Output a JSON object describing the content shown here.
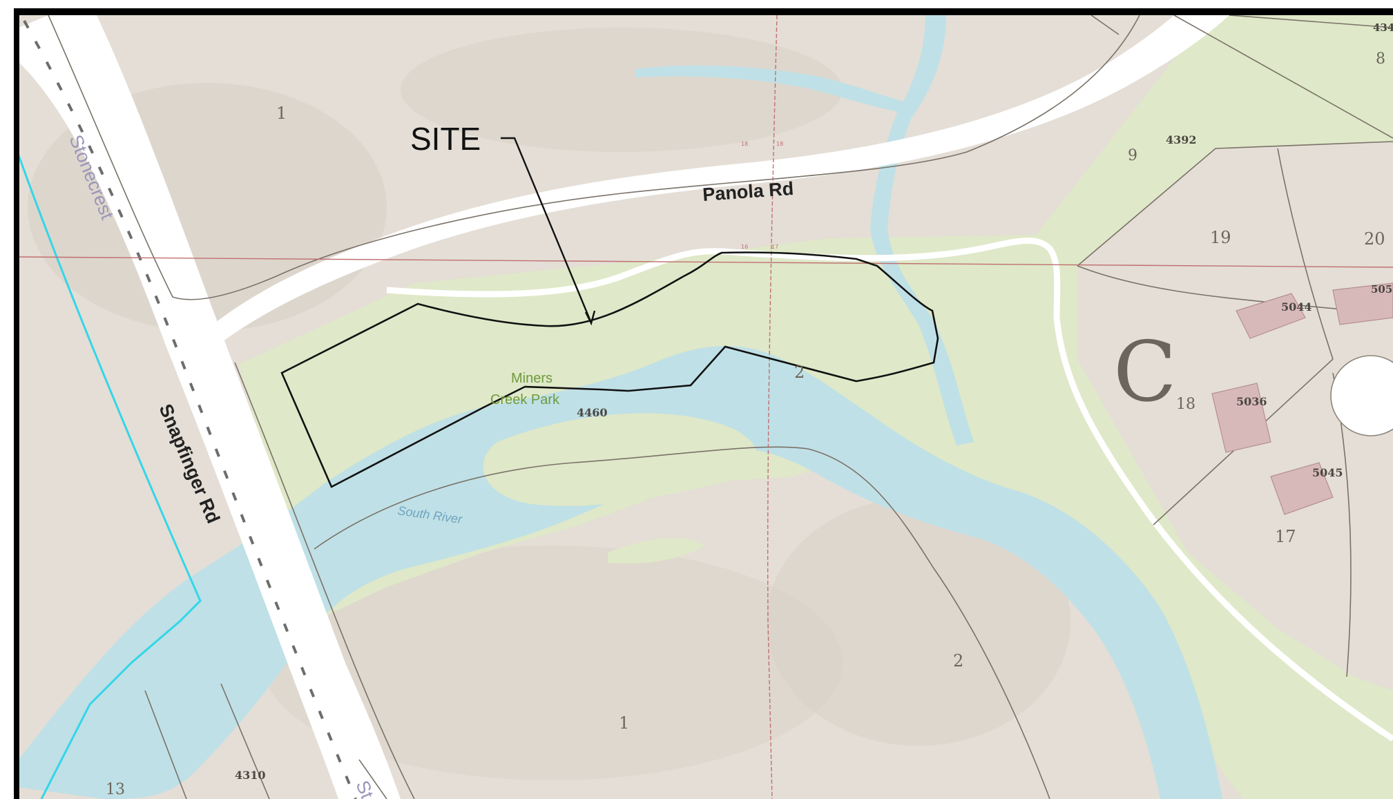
{
  "map": {
    "site_label": "SITE",
    "roads": {
      "panola": "Panola Rd",
      "snapfinger": "Snapfinger Rd",
      "stonecrest": "Stonecrest",
      "stonecrest_bottom": "St"
    },
    "park": {
      "line1": "Miners",
      "line2": "Creek Park"
    },
    "water": {
      "river": "South River"
    },
    "parcels": {
      "p1_top": "1",
      "p9": "9",
      "p19": "19",
      "p20": "20",
      "p8": "8",
      "p2_site": "2",
      "p18": "18",
      "p17": "17",
      "p2_bottom": "2",
      "p1_bottom": "1",
      "p13": "13",
      "block_c": "C"
    },
    "addresses": {
      "a4392": "4392",
      "a4460": "4460",
      "a5044": "5044",
      "a5036": "5036",
      "a5045": "5045",
      "a4310": "4310",
      "a434": "434",
      "a505": "505"
    },
    "small_labels": {
      "s18a": "18",
      "s18b": "18",
      "s16": "16",
      "s17": "17"
    },
    "colors": {
      "land": "#e4ded6",
      "park": "#dfe8c8",
      "water": "#bfe0e6",
      "road": "#ffffff",
      "parcel_line": "#7a7268",
      "site_outline": "#111111",
      "county_line": "#33d6e8",
      "grid_line": "#c07070"
    }
  }
}
